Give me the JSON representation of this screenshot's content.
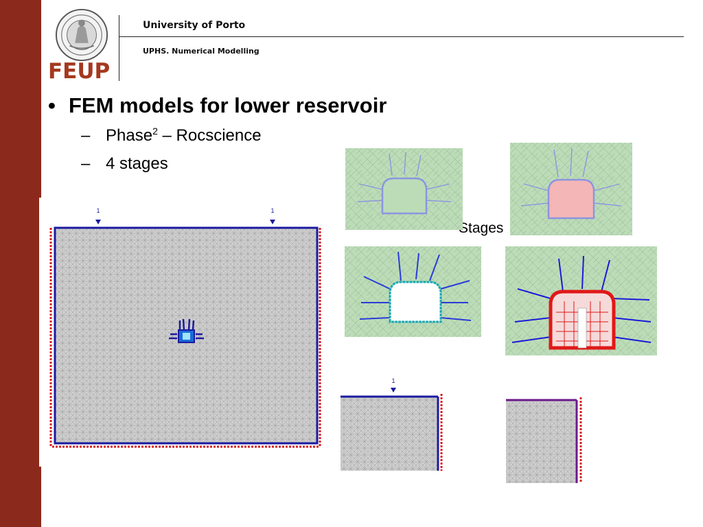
{
  "header": {
    "university": "University of Porto",
    "subtitle": "UPHS. Numerical Modelling",
    "logo_text": "FEUP"
  },
  "content": {
    "bullet": "FEM models for lower reservoir",
    "sub1_main": "Phase",
    "sub1_sup": "2",
    "sub1_rest": " – Rocscience",
    "sub2": "4 stages",
    "stages_label": "Stages"
  },
  "figures": {
    "water_marker_left": "1",
    "water_marker_right": "1",
    "water_marker_detail": "1"
  },
  "colors": {
    "brand": "#8b2a1c",
    "logo": "#a4381f",
    "mesh_green": "#b8d8b4",
    "boundary_blue": "#1a1aa0",
    "boundary_red": "#d81c1c"
  }
}
